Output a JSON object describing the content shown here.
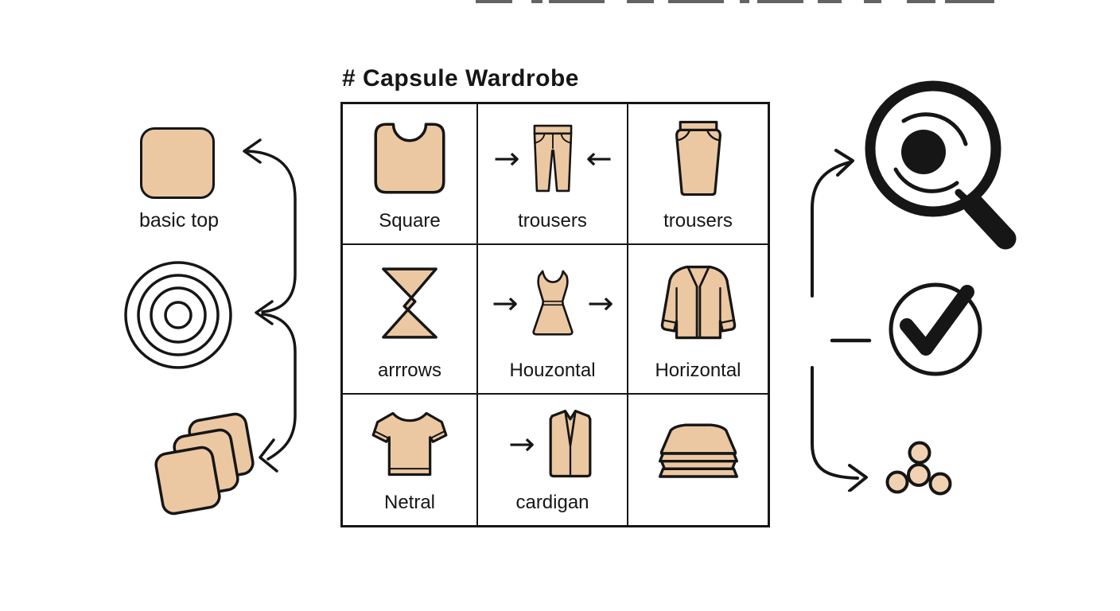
{
  "title": "# Capsule Wardrobe",
  "colors": {
    "garment_fill": "#ecc8a2",
    "dot_fill": "#f0d2b2",
    "line": "#161616",
    "background": "#ffffff"
  },
  "left_panel": {
    "basic_top": {
      "icon": "rounded-square-icon",
      "label": "basic top"
    },
    "target": {
      "icon": "concentric-circles-icon"
    },
    "stack": {
      "icon": "stacked-squares-icon"
    },
    "connector": {
      "icon": "triple-left-arrow-brace"
    }
  },
  "grid": {
    "rows": 3,
    "cols": 3,
    "cells": [
      {
        "icon": "notched-square-icon",
        "label": "Square"
      },
      {
        "icon": "trousers-icon",
        "label": "trousers",
        "arrow_left": "→",
        "arrow_right": "←"
      },
      {
        "icon": "skirt-icon",
        "label": "trousers"
      },
      {
        "icon": "hourglass-icon",
        "label": "arrrows"
      },
      {
        "icon": "dress-icon",
        "label": "Houzontal",
        "arrow_left": "→",
        "arrow_right": "→"
      },
      {
        "icon": "cardigan-icon",
        "label": "Horizontal"
      },
      {
        "icon": "tshirt-icon",
        "label": "Netral"
      },
      {
        "icon": "vest-icon",
        "label": "cardigan",
        "arrow_left": "→"
      },
      {
        "icon": "folded-stack-icon",
        "label": ""
      }
    ]
  },
  "right_panel": {
    "magnifier": {
      "icon": "magnifier-icon"
    },
    "check": {
      "icon": "check-circle-icon"
    },
    "dots": {
      "icon": "dots-cluster-icon"
    },
    "connector": {
      "icon": "branch-right-arrows"
    }
  }
}
